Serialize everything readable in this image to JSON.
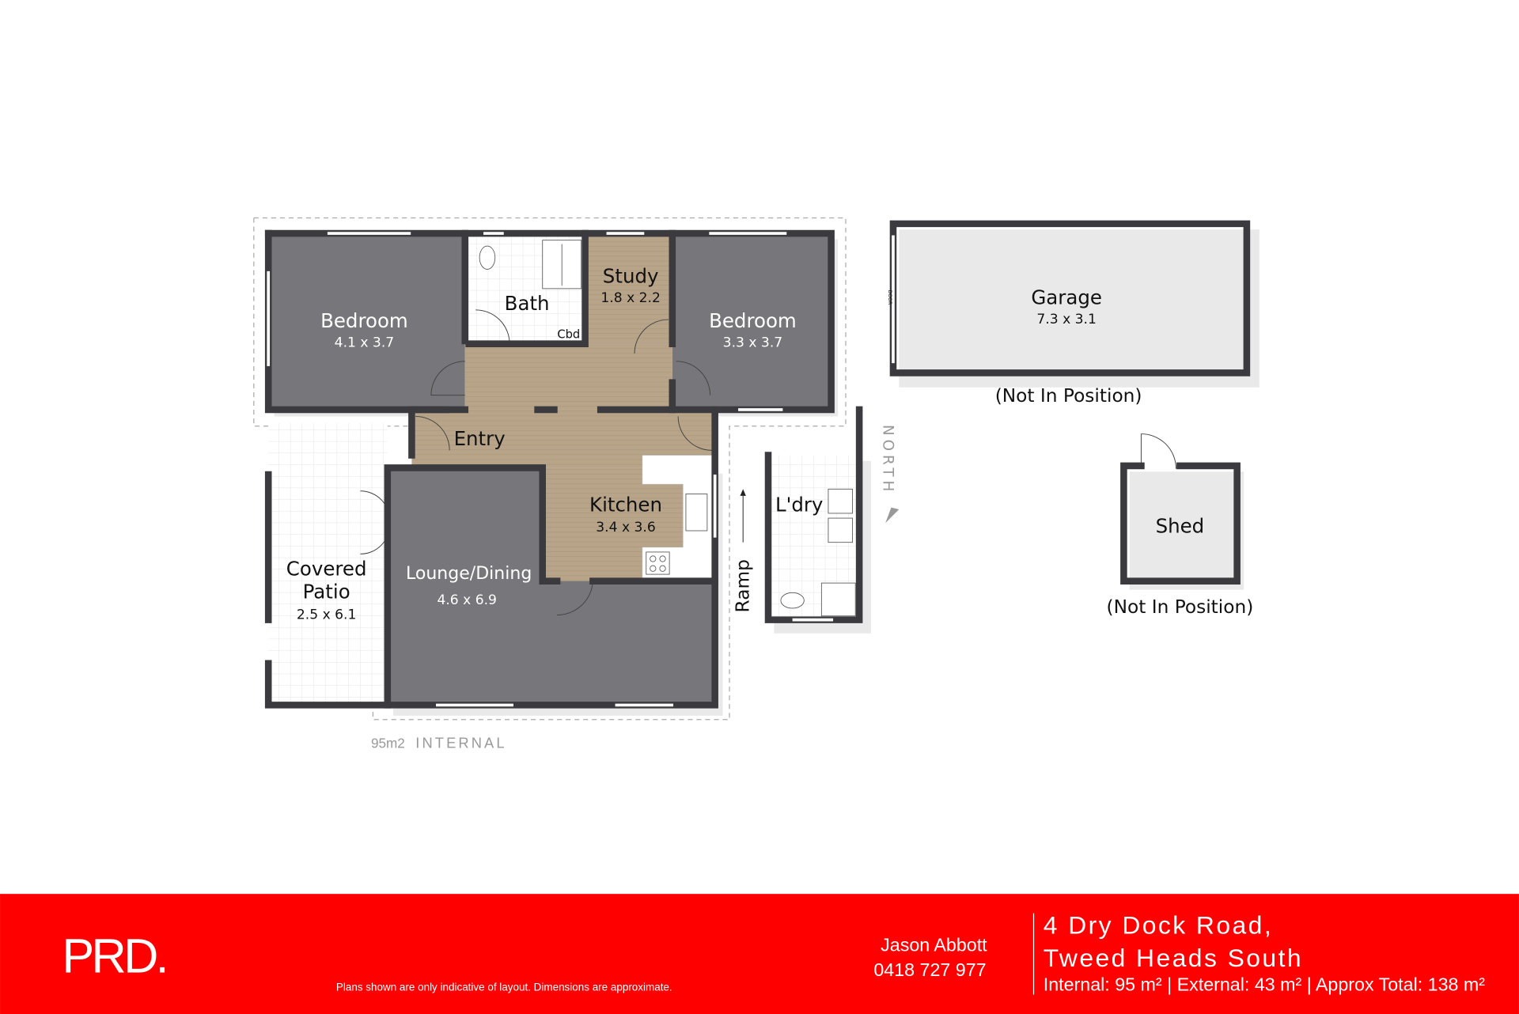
{
  "rooms": {
    "bedroom1": {
      "name": "Bedroom",
      "size": "4.1 x 3.7"
    },
    "bath": {
      "name": "Bath"
    },
    "cbd": {
      "name": "Cbd"
    },
    "study": {
      "name": "Study",
      "size": "1.8 x 2.2"
    },
    "bedroom2": {
      "name": "Bedroom",
      "size": "3.3 x 3.7"
    },
    "entry": {
      "name": "Entry"
    },
    "kitchen": {
      "name": "Kitchen",
      "size": "3.4 x 3.6"
    },
    "laundry": {
      "name": "L'dry"
    },
    "patio": {
      "name_line1": "Covered",
      "name_line2": "Patio",
      "size": "2.5 x 6.1"
    },
    "lounge": {
      "name": "Lounge/Dining",
      "size": "4.6 x 6.9"
    },
    "garage": {
      "name": "Garage",
      "size": "7.3 x 3.1",
      "door": "DOOR",
      "note": "(Not In Position)"
    },
    "shed": {
      "name": "Shed",
      "note": "(Not In Position)"
    }
  },
  "labels": {
    "ramp": "Ramp",
    "north": "NORTH",
    "internal_area": "95m2",
    "internal_label": "INTERNAL"
  },
  "colors": {
    "brand_red": "#ff0000",
    "wall": "#3b3b3f",
    "carpet": "#77777b",
    "timber": "#b8a489"
  },
  "footer": {
    "logo": "PRD.",
    "disclaimer": "Plans shown are only indicative of layout. Dimensions are approximate.",
    "agent_name": "Jason Abbott",
    "agent_phone": "0418 727 977",
    "address_line1": "4 Dry Dock Road,",
    "address_line2": "Tweed Heads South",
    "areas": "Internal: 95 m² | External: 43 m² | Approx Total: 138 m²"
  }
}
